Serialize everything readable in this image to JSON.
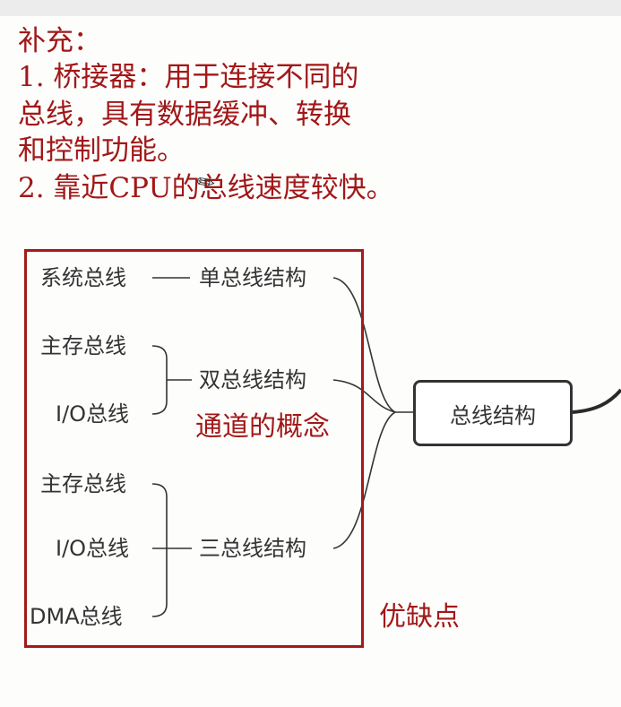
{
  "note": {
    "line1": "补充：",
    "line2": "1. 桥接器：用于连接不同的",
    "line3": "总线，具有数据缓冲、转换",
    "line4": "和控制功能。",
    "line5": "2. 靠近CPU的总线速度较快。"
  },
  "diagram": {
    "root": "总线结构",
    "branches": [
      {
        "label": "单总线结构",
        "items": [
          "系统总线"
        ]
      },
      {
        "label": "双总线结构",
        "items": [
          "主存总线",
          "I/O总线"
        ]
      },
      {
        "label": "三总线结构",
        "items": [
          "主存总线",
          "I/O总线",
          "DMA总线"
        ]
      }
    ]
  },
  "annotations": {
    "channel": "通道的概念",
    "pros_cons": "优缺点"
  },
  "colors": {
    "note_red": "#a11818",
    "box_red": "#a21a1a",
    "line": "#333333"
  }
}
